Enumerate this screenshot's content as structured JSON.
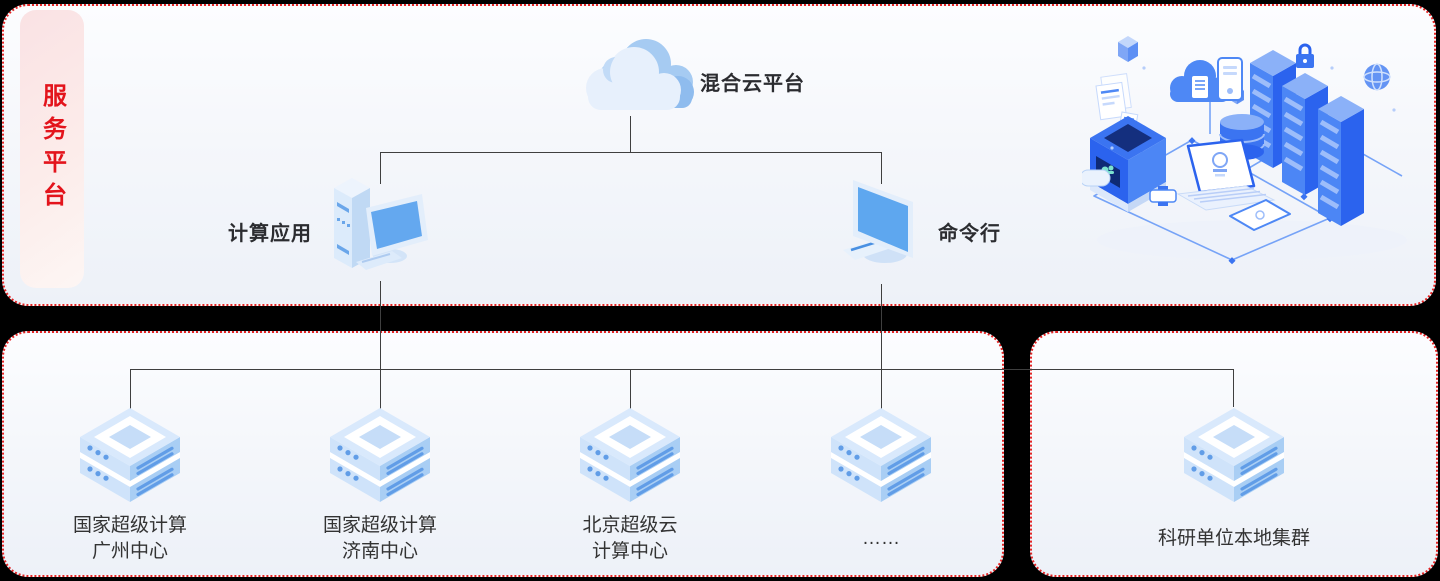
{
  "badge": {
    "label": "服务平台"
  },
  "top_panel": {
    "cloud_label": "混合云平台",
    "compute_app_label": "计算应用",
    "command_line_label": "命令行"
  },
  "clusters": [
    {
      "lines": [
        "国家超级计算",
        "广州中心"
      ]
    },
    {
      "lines": [
        "国家超级计算",
        "济南中心"
      ]
    },
    {
      "lines": [
        "北京超级云",
        "计算中心"
      ]
    },
    {
      "lines": [
        "……"
      ]
    },
    {
      "lines": [
        "科研单位本地集群"
      ]
    }
  ],
  "colors": {
    "panel_border": "#e32424",
    "badge_bg": "#fae2e4",
    "badge_text": "#e3141c",
    "connector": "#3f3f3f",
    "label_text": "#333333",
    "server_light": "#cfe3fa",
    "server_mid": "#a9cef4",
    "server_top": "#d9e9fc",
    "server_accent": "#619de7",
    "illustration_blue": "#2b63ee"
  }
}
